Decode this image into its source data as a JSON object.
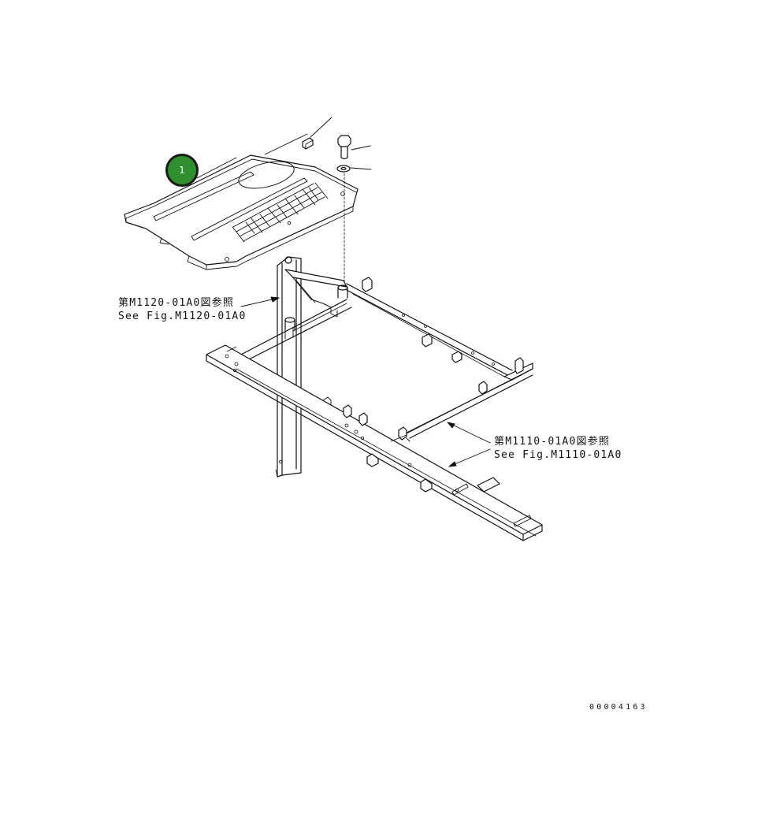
{
  "callouts": [
    {
      "label": "1"
    }
  ],
  "references": [
    {
      "line_jp": "第M1120-01A0図参照",
      "line_en": "See Fig.M1120-01A0"
    },
    {
      "line_jp": "第M1110-01A0図参照",
      "line_en": "See Fig.M1110-01A0"
    }
  ],
  "drawing_number": "00004163",
  "colors": {
    "line": "#111111",
    "callout_fill": "#2f8f2f",
    "callout_border": "#1b1b1b",
    "background": "#ffffff"
  }
}
